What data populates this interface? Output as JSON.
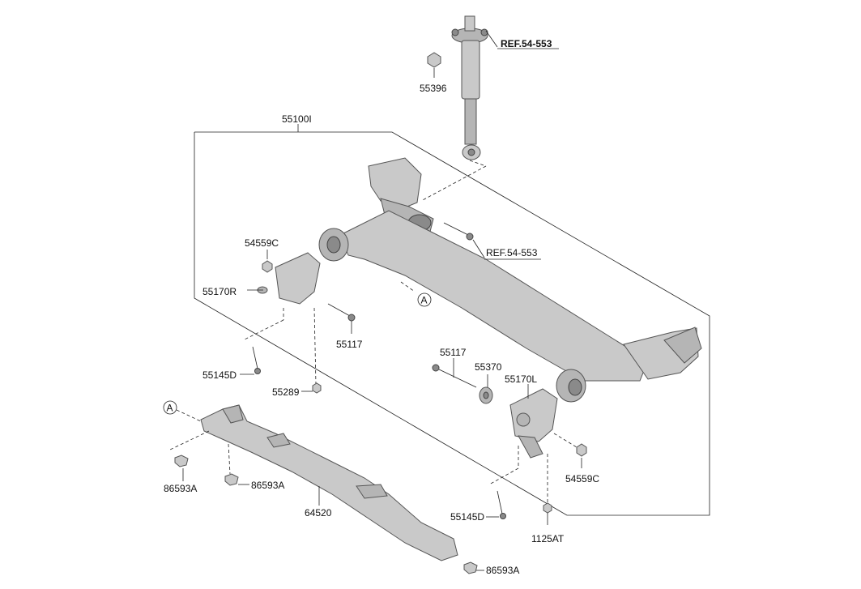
{
  "labels": {
    "p55396": "55396",
    "ref_top": "REF.54-553",
    "p55100i": "55100I",
    "ref_mid": "REF.54-553",
    "p54559c_left": "54559C",
    "p55170r": "55170R",
    "marker_a_mid": "A",
    "p55117_left": "55117",
    "p55145d_left": "55145D",
    "p55289": "55289",
    "p55117_right": "55117",
    "p55370": "55370",
    "p55170l": "55170L",
    "marker_a_left": "A",
    "p86593a_1": "86593A",
    "p86593a_2": "86593A",
    "p54559c_right": "54559C",
    "p64520": "64520",
    "p55145d_right": "55145D",
    "p1125at": "1125AT",
    "p86593a_3": "86593A"
  }
}
